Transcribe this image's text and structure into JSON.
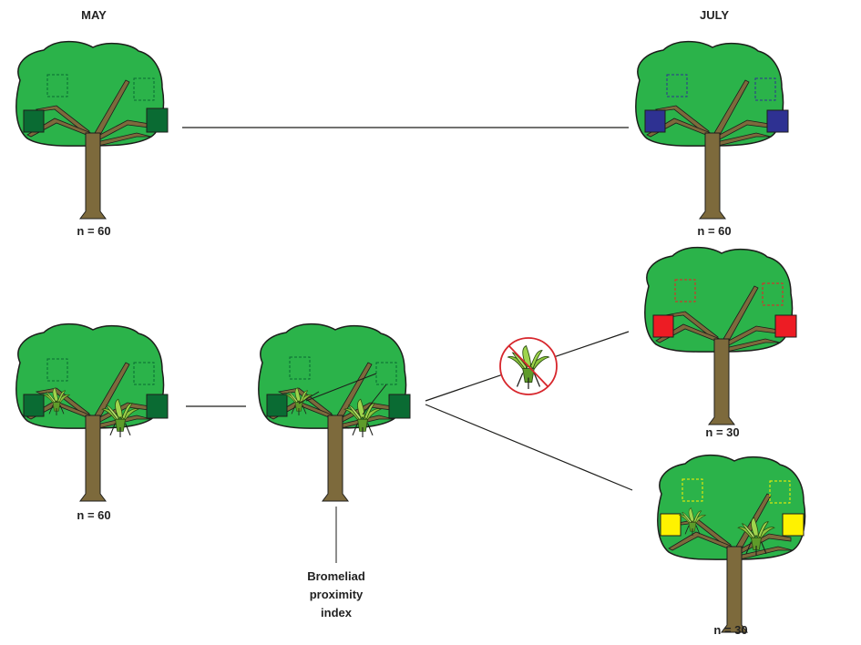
{
  "headers": {
    "may": "MAY",
    "july": "JULY"
  },
  "counts": {
    "may_top": "n = 60",
    "may_bottom": "n = 60",
    "july_top": "n = 60",
    "july_red": "n = 30",
    "july_yellow": "n = 30"
  },
  "annotation": {
    "line1": "Bromeliad",
    "line2": "proximity",
    "line3": "index"
  },
  "colors": {
    "canopy": "#2bb34a",
    "canopy_stroke": "#1d1d1b",
    "trunk": "#7d6a3c",
    "trap_may": "#0a6b33",
    "trap_july_control": "#2e3192",
    "trap_july_removed": "#ed1c24",
    "trap_july_retained": "#fff200",
    "bromeliad": "#8dc63f",
    "prohibition": "#d7262c"
  },
  "icons": [
    "tree-icon",
    "trap-box-icon",
    "bromeliad-icon",
    "prohibition-icon"
  ]
}
